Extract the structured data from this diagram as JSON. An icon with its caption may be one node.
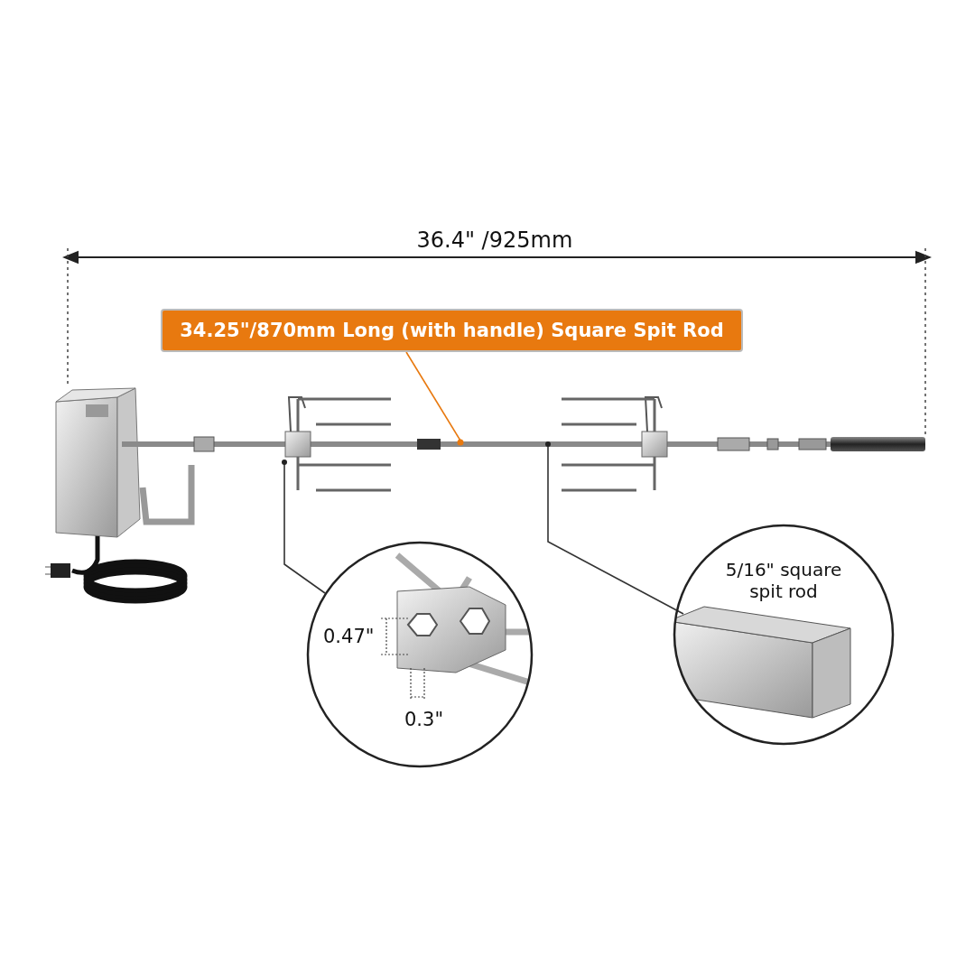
{
  "diagram": {
    "nodes": [
      {
        "text": [
          "34.25\"/870mm Long (with handle) Square Spit Rod"
        ]
      },
      {
        "text": [],
        "shape": "picture"
      },
      {
        "text": [],
        "shape": "circle"
      },
      {
        "text": [
          "5/16\" square spit rod"
        ]
      }
    ],
    "edges": [
      {
        "from": 0,
        "to": 1,
        "arrow": "none",
        "color": "#e8790f"
      },
      {
        "from": 2,
        "to": 1,
        "arrow": "none"
      },
      {
        "from": 3,
        "to": 1,
        "arrow": "none"
      }
    ],
    "labels": [
      "36.4\" /925mm",
      "0.47\"",
      "0.3\""
    ]
  }
}
